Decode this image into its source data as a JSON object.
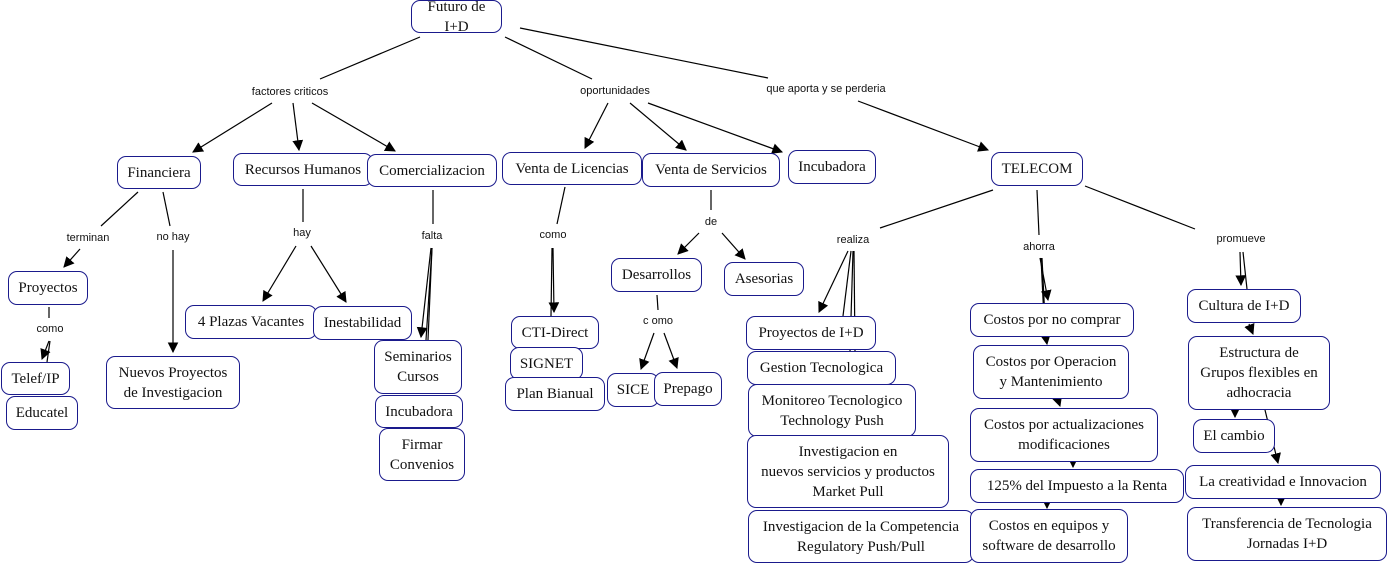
{
  "title": "Futuro de I+D",
  "colors": {
    "node_border": "#1a1a8c",
    "edge": "#000000",
    "background": "#ffffff"
  },
  "nodes": {
    "root": "Futuro de I+D",
    "financiera": "Financiera",
    "rrhh": "Recursos Humanos",
    "comercializacion": "Comercializacion",
    "venta_licencias": "Venta de Licencias",
    "venta_servicios": "Venta de Servicios",
    "incubadora1": "Incubadora",
    "telecom": "TELECOM",
    "proyectos": "Proyectos",
    "telefip": "Telef/IP",
    "educatel": "Educatel",
    "nuevos_proyectos": "Nuevos Proyectos\nde Investigacion",
    "plazas": "4 Plazas Vacantes",
    "inestabilidad": "Inestabilidad",
    "seminarios": "Seminarios\nCursos",
    "incubadora2": "Incubadora",
    "firmar": "Firmar\nConvenios",
    "cti": "CTI-Direct",
    "signet": "SIGNET",
    "plan": "Plan Bianual",
    "desarrollos": "Desarrollos",
    "asesorias": "Asesorias",
    "sice": "SICE",
    "prepago": "Prepago",
    "proy_id": "Proyectos de I+D",
    "gestion": "Gestion Tecnologica",
    "monitoreo": "Monitoreo Tecnologico\nTechnology Push",
    "investigacion_nuevos": "Investigacion en\nnuevos servicios y productos\nMarket Pull",
    "investigacion_comp": "Investigacion de la Competencia\nRegulatory Push/Pull",
    "costos_no_comprar": "Costos por no comprar",
    "costos_operacion": "Costos por Operacion\ny Mantenimiento",
    "costos_actualizaciones": "Costos por actualizaciones\nmodificaciones",
    "impuesto": "125% del Impuesto a la Renta",
    "costos_equipos": "Costos en equipos y\nsoftware de desarrollo",
    "cultura": "Cultura de I+D",
    "estructura": "Estructura de\nGrupos flexibles en\nadhocracia",
    "cambio": "El cambio",
    "creatividad": "La creatividad e Innovacion",
    "transferencia": "Transferencia de Tecnologia\nJornadas I+D"
  },
  "links": {
    "factores": "factores criticos",
    "oportunidades": "oportunidades",
    "aporta": "que aporta y se perderia",
    "terminan": "terminan",
    "nohay": "no hay",
    "hay": "hay",
    "falta": "falta",
    "como1": "como",
    "como2": "como",
    "de": "de",
    "como3": "c omo",
    "realiza": "realiza",
    "ahorra": "ahorra",
    "promueve": "promueve"
  }
}
